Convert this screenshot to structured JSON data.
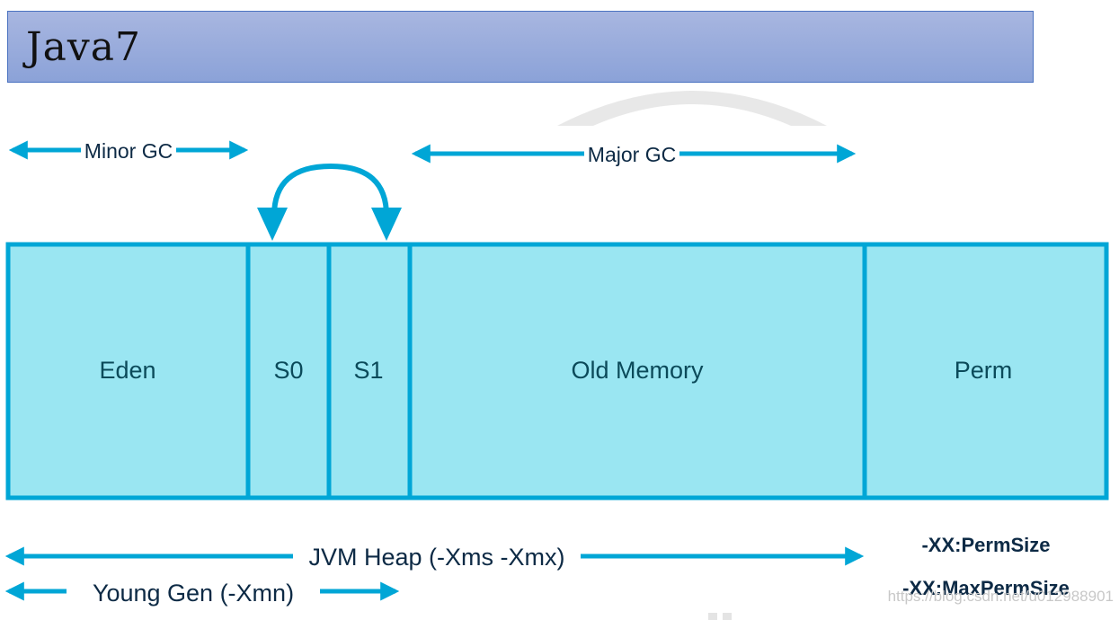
{
  "title": "Java7",
  "colors": {
    "arrow": "#00a6d6",
    "cell_fill": "#9ae6f2",
    "cell_border": "#00a6d6",
    "label": "#0d2a45",
    "title_bar_top": "#a8b6e0",
    "title_bar_bottom": "#8ba2d8"
  },
  "gc_arrows": {
    "minor": "Minor GC",
    "major": "Major GC"
  },
  "heap_regions": [
    {
      "id": "eden",
      "label": "Eden"
    },
    {
      "id": "s0",
      "label": "S0"
    },
    {
      "id": "s1",
      "label": "S1"
    },
    {
      "id": "old",
      "label": "Old Memory"
    },
    {
      "id": "perm",
      "label": "Perm"
    }
  ],
  "bottom_arrows": {
    "jvm_heap": "JVM Heap (-Xms -Xmx)",
    "young_gen": "Young Gen (-Xmn)"
  },
  "perm_flags": {
    "perm_size": "-XX:PermSize",
    "max_perm_size": "-XX:MaxPermSize"
  },
  "watermark_url": "https://blog.csdn.net/u012988901"
}
